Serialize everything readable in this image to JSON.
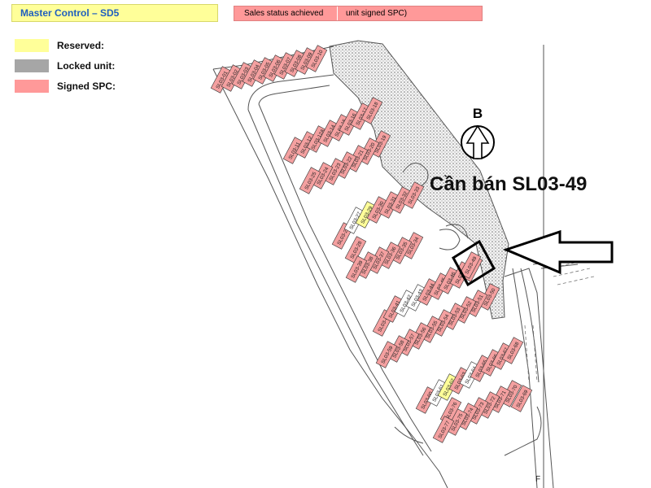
{
  "header": {
    "title": "Master Control – SD5",
    "status_cell_1": "Sales status achieved",
    "status_cell_2": "unit signed SPC)"
  },
  "legend": [
    {
      "label": "Reserved:",
      "color": "#ffff99"
    },
    {
      "label": "Locked unit:",
      "color": "#a6a6a6"
    },
    {
      "label": "Signed SPC:",
      "color": "#ff9999"
    }
  ],
  "colors": {
    "signed": "#f4a0a0",
    "reserved": "#ffff99",
    "locked": "#a6a6a6",
    "unsold": "#ffffff"
  },
  "map": {
    "compass_letter": "B",
    "sale_text": "Cần bán SL03-49",
    "corner_label": "F",
    "units": [
      {
        "id": "SL03-01",
        "status": "signed"
      },
      {
        "id": "SL03-02",
        "status": "signed"
      },
      {
        "id": "SL03-03",
        "status": "signed"
      },
      {
        "id": "SL03-04",
        "status": "signed"
      },
      {
        "id": "SL03-05",
        "status": "signed"
      },
      {
        "id": "SL03-06",
        "status": "signed"
      },
      {
        "id": "SL03-07",
        "status": "signed"
      },
      {
        "id": "SL03-08",
        "status": "signed"
      },
      {
        "id": "SL03-09",
        "status": "signed"
      },
      {
        "id": "SL03-10",
        "status": "signed"
      },
      {
        "id": "SL03-11",
        "status": "signed"
      },
      {
        "id": "SL03-12",
        "status": "signed"
      },
      {
        "id": "SL03-12A",
        "status": "signed"
      },
      {
        "id": "SL03-14",
        "status": "signed"
      },
      {
        "id": "SL03-15",
        "status": "signed"
      },
      {
        "id": "SL03-16",
        "status": "signed"
      },
      {
        "id": "SL03-17",
        "status": "signed"
      },
      {
        "id": "SL03-18",
        "status": "signed"
      },
      {
        "id": "SL03-19",
        "status": "signed"
      },
      {
        "id": "SL03-20",
        "status": "signed"
      },
      {
        "id": "SL03-21",
        "status": "signed"
      },
      {
        "id": "SL03-22",
        "status": "signed"
      },
      {
        "id": "SL03-23",
        "status": "signed"
      },
      {
        "id": "SL03-24",
        "status": "signed"
      },
      {
        "id": "SL03-25",
        "status": "signed"
      },
      {
        "id": "SL03-26",
        "status": "signed"
      },
      {
        "id": "SL03-27",
        "status": "unsold"
      },
      {
        "id": "SL03-28",
        "status": "signed"
      },
      {
        "id": "SL03-29",
        "status": "reserved"
      },
      {
        "id": "SL03-30",
        "status": "signed"
      },
      {
        "id": "SL03-31",
        "status": "signed"
      },
      {
        "id": "SL03-32",
        "status": "signed"
      },
      {
        "id": "SL03-33",
        "status": "signed"
      },
      {
        "id": "SL03-34",
        "status": "signed"
      },
      {
        "id": "SL03-35",
        "status": "signed"
      },
      {
        "id": "SL03-36",
        "status": "signed"
      },
      {
        "id": "SL03-37",
        "status": "signed"
      },
      {
        "id": "SL03-38",
        "status": "signed"
      },
      {
        "id": "SL03-39",
        "status": "signed"
      },
      {
        "id": "SL03-40",
        "status": "signed"
      },
      {
        "id": "SL03-41",
        "status": "signed"
      },
      {
        "id": "SL03-42",
        "status": "unsold"
      },
      {
        "id": "SL03-43",
        "status": "unsold"
      },
      {
        "id": "SL03-44",
        "status": "signed"
      },
      {
        "id": "SL03-45",
        "status": "signed"
      },
      {
        "id": "SL03-46",
        "status": "signed"
      },
      {
        "id": "SL03-47",
        "status": "signed"
      },
      {
        "id": "SL03-48",
        "status": "signed"
      },
      {
        "id": "SL03-49",
        "status": "signed"
      },
      {
        "id": "SL03-50",
        "status": "signed"
      },
      {
        "id": "SL03-51",
        "status": "signed"
      },
      {
        "id": "SL03-52",
        "status": "signed"
      },
      {
        "id": "SL03-53",
        "status": "signed"
      },
      {
        "id": "SL03-54",
        "status": "signed"
      },
      {
        "id": "SL03-55",
        "status": "signed"
      },
      {
        "id": "SL03-56",
        "status": "signed"
      },
      {
        "id": "SL03-57",
        "status": "signed"
      },
      {
        "id": "SL03-58",
        "status": "signed"
      },
      {
        "id": "SL03-59",
        "status": "signed"
      },
      {
        "id": "SL03-60",
        "status": "signed"
      },
      {
        "id": "SL03-61",
        "status": "unsold"
      },
      {
        "id": "SL03-62",
        "status": "reserved"
      },
      {
        "id": "SL03-63",
        "status": "signed"
      },
      {
        "id": "SL03-64",
        "status": "unsold"
      },
      {
        "id": "SL03-65",
        "status": "signed"
      },
      {
        "id": "SL03-66",
        "status": "signed"
      },
      {
        "id": "SL03-67",
        "status": "signed"
      },
      {
        "id": "SL03-68",
        "status": "signed"
      },
      {
        "id": "SL03-69",
        "status": "signed"
      },
      {
        "id": "SL03-70",
        "status": "signed"
      },
      {
        "id": "SL03-71",
        "status": "signed"
      },
      {
        "id": "SL03-72",
        "status": "signed"
      },
      {
        "id": "SL03-73",
        "status": "signed"
      },
      {
        "id": "SL03-74",
        "status": "signed"
      },
      {
        "id": "SL03-75",
        "status": "signed"
      },
      {
        "id": "SL03-76",
        "status": "signed"
      },
      {
        "id": "SL03-77",
        "status": "signed"
      }
    ]
  }
}
